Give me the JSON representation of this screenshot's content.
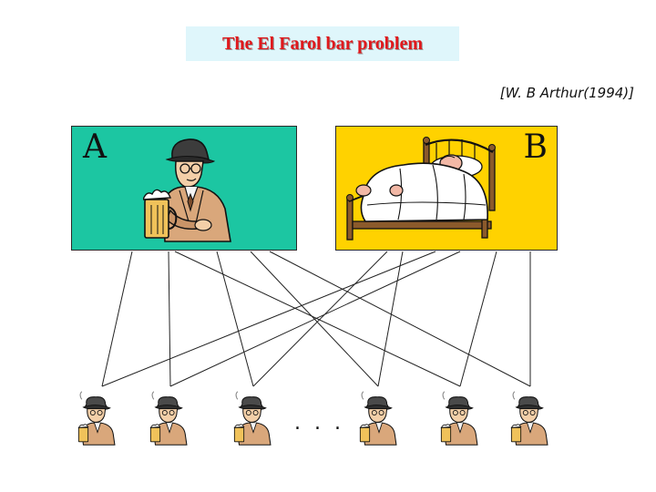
{
  "title": "The El Farol bar problem",
  "citation": "[W. B Arthur(1994)]",
  "boxes": {
    "a": {
      "label": "A",
      "color": "#1cc6a2",
      "icon": "drinker-with-beer-icon"
    },
    "b": {
      "label": "B",
      "color": "#ffd200",
      "icon": "person-in-bed-icon"
    }
  },
  "agents": {
    "icon": "agent-person-icon",
    "ellipsis": ". . ."
  },
  "colors": {
    "title": "#e0181c",
    "title_background": "#dff6fb"
  }
}
